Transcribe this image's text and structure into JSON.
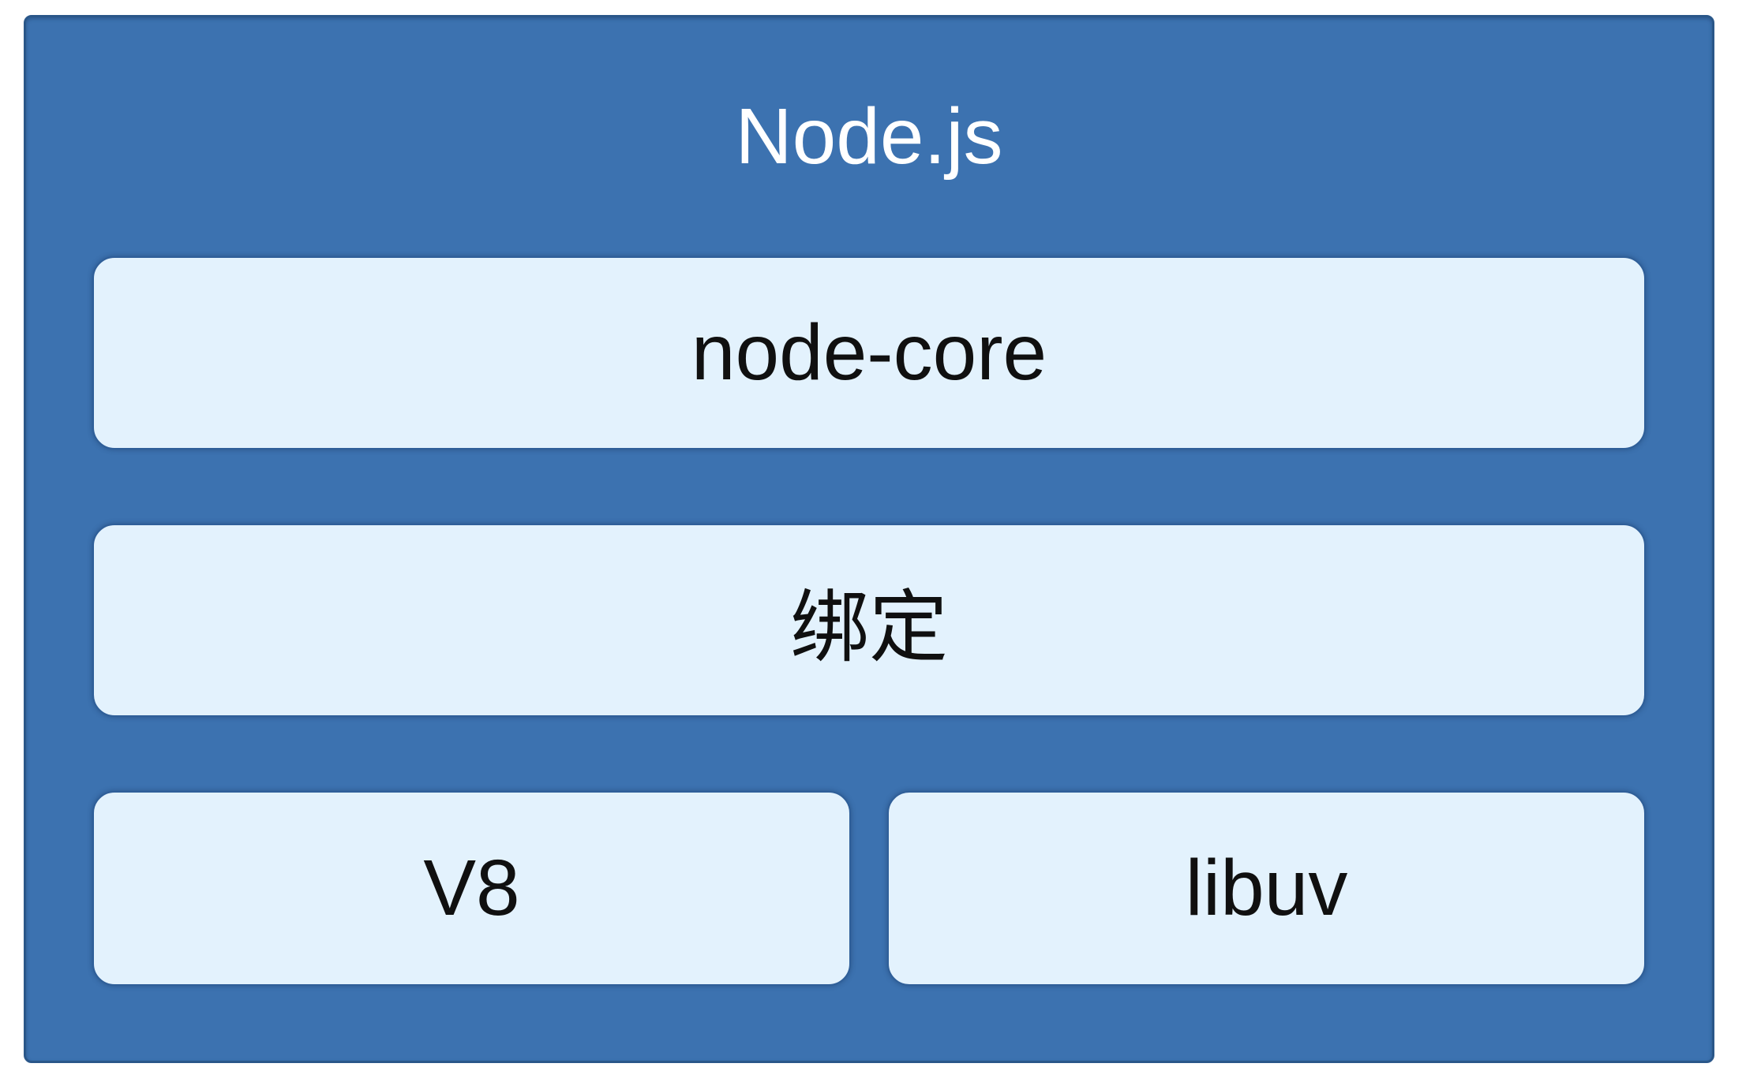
{
  "diagram": {
    "title": "Node.js",
    "layers": [
      {
        "id": "node-core",
        "label": "node-core"
      },
      {
        "id": "bindings",
        "label": "绑定"
      },
      {
        "id": "v8",
        "label": "V8"
      },
      {
        "id": "libuv",
        "label": "libuv"
      }
    ],
    "colors": {
      "page_background": "#ffffff",
      "container_fill": "#3c72b0",
      "container_border": "#2a5789",
      "box_fill": "#e3f2fd",
      "box_border": "#2f5f99",
      "title_text": "#ffffff",
      "box_text": "#101010"
    }
  }
}
